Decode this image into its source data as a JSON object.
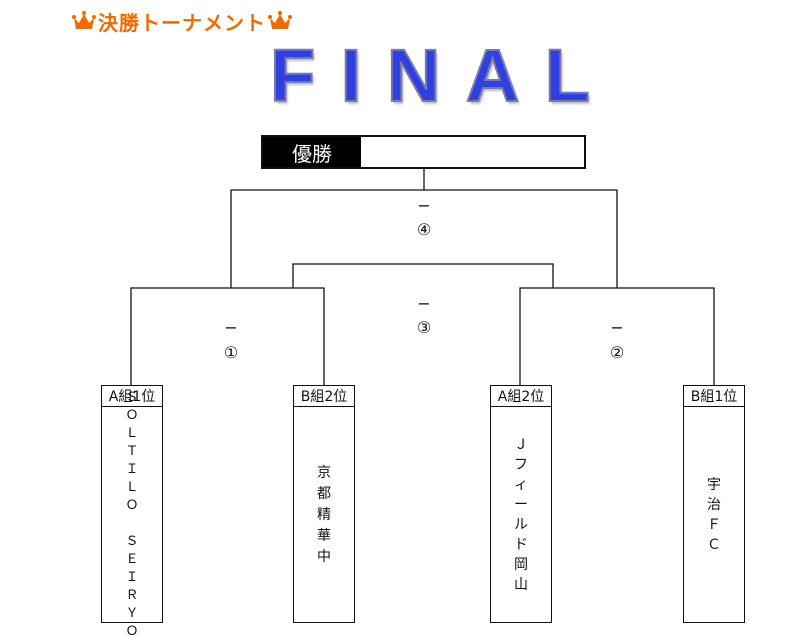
{
  "header": {
    "title": "決勝トーナメント",
    "icon": "crown-icon",
    "accent": "#f06a00"
  },
  "final_letters": [
    "F",
    "I",
    "N",
    "A",
    "L"
  ],
  "winner": {
    "label": "優勝",
    "value": ""
  },
  "matches": [
    {
      "id": "m1",
      "dash": "−",
      "number": "①"
    },
    {
      "id": "m2",
      "dash": "−",
      "number": "②"
    },
    {
      "id": "m3",
      "dash": "−",
      "number": "③"
    },
    {
      "id": "m4",
      "dash": "−",
      "number": "④"
    }
  ],
  "teams": [
    {
      "rank": "A組1位",
      "name": "ＳＯＬＴＩＬＯ　ＳＥＩＲＹＯ"
    },
    {
      "rank": "B組2位",
      "name": "京都精華中"
    },
    {
      "rank": "A組2位",
      "name": "Ｊフィールド岡山"
    },
    {
      "rank": "B組1位",
      "name": "宇治ＦＣ"
    }
  ]
}
